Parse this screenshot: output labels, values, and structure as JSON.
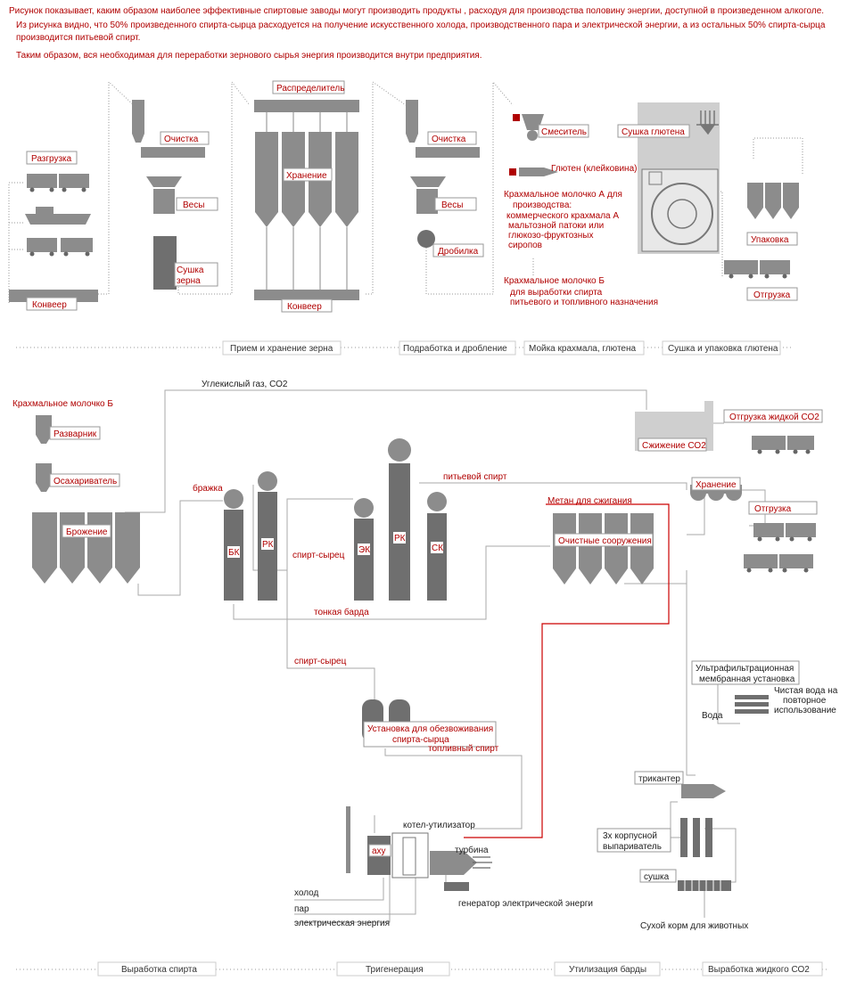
{
  "intro": {
    "line1": "Рисунок показывает, каким образом наиболее эффективные спиртовые заводы могут производить продукты , расходуя для производства половину энергии, доступной в произведенном алкоголе.",
    "line2": "Из рисунка видно, что 50% произведенного спирта-сырца расходуется на получение искусственного холода, производственного пара и электрической энергии, а из остальных 50% спирта-сырца производится питьевой спирт.",
    "line3": "Таким образом, вся необходимая для переработки зернового сырья энергия производится внутри предприятия."
  },
  "top": {
    "unload": "Разгрузка",
    "conveyor1": "Конвеер",
    "distributor": "Распределитель",
    "cleaning1": "Очистка",
    "scales1": "Весы",
    "drying_grain": [
      "Сушка",
      "зерна"
    ],
    "storage": "Хранение",
    "conveyor2": "Конвеер",
    "cleaning2": "Очистка",
    "scales2": "Весы",
    "crusher": "Дробилка",
    "mixer": "Смеситель",
    "gluten_dry": "Сушка глютена",
    "gluten": "Глютен (клейковина)",
    "milk_a": [
      "Крахмальное молочко А для",
      "производства:",
      "коммерческого крахмала А",
      "мальтозной патоки или",
      "глюкозо-фруктозных",
      "сиропов"
    ],
    "milk_b": [
      "Крахмальное молочко Б",
      "для выработки спирта",
      "питьевого и топливного назначения"
    ],
    "packing": "Упаковка",
    "shipping": "Отгрузка"
  },
  "stages_top": [
    "Прием и хранение зерна",
    "Подработка и дробление",
    "Мойка крахмала, глютена",
    "Сушка и упаковка глютена"
  ],
  "bottom": {
    "co2_gas": "Углекислый газ, СО2",
    "milk_b": "Крахмальное молочко Б",
    "boiler": "Разварник",
    "saccharifier": "Осахариватель",
    "fermentation": "Брожение",
    "mash": "бражка",
    "bk": "БК",
    "rk1": "РК",
    "raw_spirit1": "спирт-сырец",
    "ek": "ЭК",
    "rk2": "РК",
    "sk": "СК",
    "drinking_spirit": "питьевой спирт",
    "thin_stillage": "тонкая барда",
    "co2_liquefaction": "Сжижение СО2",
    "co2_shipping": "Отгрузка жидкой СО2",
    "methane": "Метан для сжигания",
    "treatment": "Очистные сооружения",
    "storage": "Хранение",
    "shipping": "Отгрузка",
    "raw_spirit2": "спирт-сырец",
    "dehydration": [
      "Установка для обезвоживания",
      "спирта-сырца"
    ],
    "fuel_spirit": "топливный спирт",
    "waste_boiler": "котел-утилизатор",
    "ahu": "аху",
    "turbine": "турбина",
    "cold": "холод",
    "steam": "пар",
    "electricity": "электрическая энергия",
    "generator": "генератор электрической энерги",
    "uf": [
      "Ультрафильтрационная",
      "мембранная установка"
    ],
    "water": "Вода",
    "clean_water": [
      "Чистая вода на",
      "повторное",
      "использование"
    ],
    "tricanter": "трикантер",
    "evaporator": [
      "3х корпусной",
      "выпариватель"
    ],
    "drying": "сушка",
    "feed": "Сухой корм для животных"
  },
  "stages_bottom": [
    "Выработка спирта",
    "Тригенерация",
    "Утилизация барды",
    "Выработка жидкого СО2"
  ],
  "colors": {
    "text_red": "#b00000",
    "equipment": "#8c8c8c",
    "line": "#aaaaaa",
    "red_line": "#cc0000"
  }
}
